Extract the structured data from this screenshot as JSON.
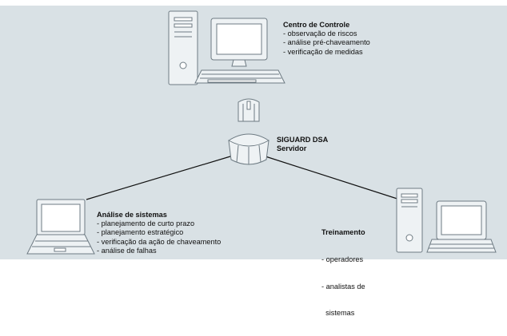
{
  "nodes": {
    "control_center": {
      "title": "Centro de Controle",
      "items": [
        "- observação de riscos",
        "- análise pré-chaveamento",
        "- verificação de medidas"
      ]
    },
    "server": {
      "title_line1": "SIGUARD DSA",
      "title_line2": "Servidor"
    },
    "systems_analysis": {
      "title": "Análise de sistemas",
      "items": [
        "- planejamento de curto prazo",
        "- planejamento estratégico",
        "- verificação da ação de chaveamento",
        "- análise de falhas"
      ]
    },
    "training": {
      "title": "Treinamento",
      "items": [
        "- operadores",
        "- analistas de",
        "  sistemas"
      ]
    }
  },
  "colors": {
    "background": "#d9e1e5",
    "device_fill": "#eef2f4",
    "outline": "#6e7b83",
    "screen": "#ffffff",
    "connector": "#111111"
  }
}
